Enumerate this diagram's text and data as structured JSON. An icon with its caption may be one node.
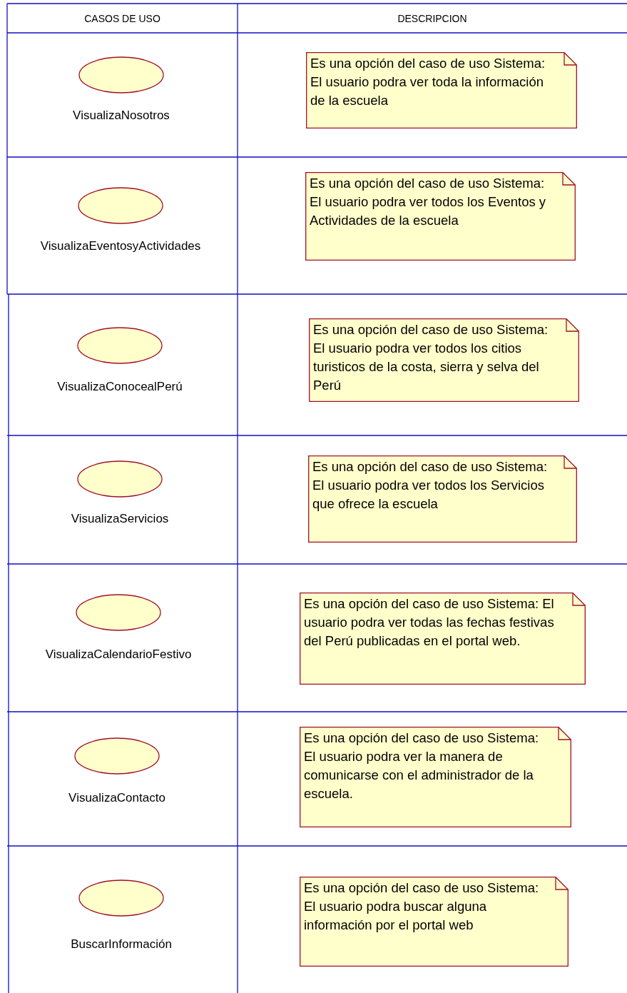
{
  "diagram": {
    "nodes": [
      {
        "text": [],
        "shape": "ellipse",
        "beside": [
          "VisualizaNosotros"
        ]
      },
      {
        "text": [
          "Es una opción del caso de uso Sistema: El usuario podra ver toda la información de la escuela"
        ]
      },
      {
        "text": [],
        "shape": "ellipse",
        "beside": [
          "VisualizaEventosyActividades"
        ]
      },
      {
        "text": [
          "Es una opción del caso de uso Sistema: El usuario podra ver todos los Eventos y Actividades de la escuela"
        ]
      },
      {
        "text": [],
        "shape": "ellipse",
        "beside": [
          "VisualizaConocealPerú"
        ]
      },
      {
        "text": [
          "Es una opción del caso de uso Sistema: El usuario podra ver todos los citios turisticos de la costa, sierra y selva del Perú"
        ]
      },
      {
        "text": [],
        "shape": "ellipse",
        "beside": [
          "VisualizaServicios"
        ]
      },
      {
        "text": [
          "Es una opción del caso de uso Sistema: El usuario podra ver todos los Servicios que ofrece la escuela"
        ]
      },
      {
        "text": [],
        "shape": "ellipse",
        "beside": [
          "VisualizaCalendarioFestivo"
        ]
      },
      {
        "text": [
          "Es una opción del caso de uso Sistema: El usuario podra ver todas las fechas festivas del Perú publicadas en el portal web."
        ]
      },
      {
        "text": [],
        "shape": "ellipse",
        "beside": [
          "VisualizaContacto"
        ]
      },
      {
        "text": [
          "Es una opción del caso de uso Sistema: El usuario podra ver la manera de comunicarse con el administrador de la escuela."
        ]
      },
      {
        "text": [],
        "shape": "ellipse",
        "beside": [
          "BuscarInformación"
        ]
      },
      {
        "text": [
          "Es una opción del caso de uso Sistema: El usuario podra buscar alguna información por el portal web"
        ]
      }
    ],
    "labels": [
      "CASOS DE USO",
      "DESCRIPCION"
    ]
  }
}
